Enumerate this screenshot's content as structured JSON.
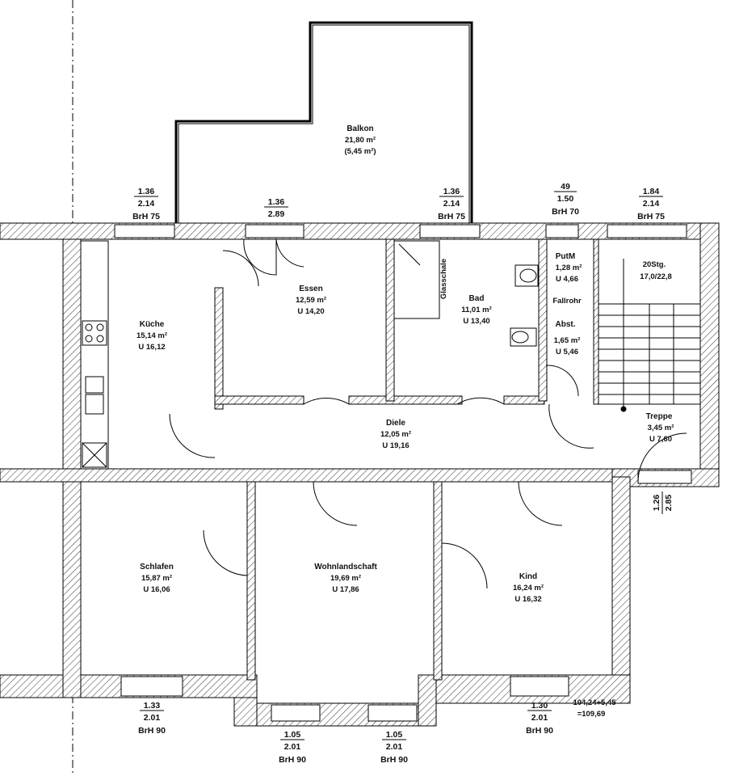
{
  "rooms": {
    "balkon": {
      "name": "Balkon",
      "area": "21,80 m²",
      "note": "(5,45 m²)"
    },
    "essen": {
      "name": "Essen",
      "area": "12,59 m²",
      "perimeter": "U 14,20"
    },
    "kueche": {
      "name": "Küche",
      "area": "15,14 m²",
      "perimeter": "U 16,12"
    },
    "bad": {
      "name": "Bad",
      "area": "11,01 m²",
      "perimeter": "U 13,40"
    },
    "putzm": {
      "name": "PutM",
      "area": "1,28 m²",
      "perimeter": "U 4,66"
    },
    "abst": {
      "name": "Abst.",
      "area": "1,65 m²",
      "perimeter": "U 5,46"
    },
    "diele": {
      "name": "Diele",
      "area": "12,05 m²",
      "perimeter": "U 19,16"
    },
    "treppe": {
      "name": "Treppe",
      "area": "3,45 m²",
      "perimeter": "U 7,60"
    },
    "schlafen": {
      "name": "Schlafen",
      "area": "15,87 m²",
      "perimeter": "U 16,06"
    },
    "wohnen": {
      "name": "Wohnlandschaft",
      "area": "19,69 m²",
      "perimeter": "U 17,86"
    },
    "kind": {
      "name": "Kind",
      "area": "16,24 m²",
      "perimeter": "U 16,32"
    }
  },
  "labels": {
    "glasschale": "Glasschale",
    "fallrohr": "Fallrohr",
    "stairs_steps": "20Stg.",
    "stairs_ratio": "17,0/22,8",
    "total_line1": "104,24+5,45",
    "total_line2": "=109,69"
  },
  "openings": {
    "top_1": {
      "w": "1.36",
      "h": "2.14",
      "brh": "BrH 75"
    },
    "top_2": {
      "w": "1.36",
      "h": "2.89"
    },
    "top_3": {
      "w": "1.36",
      "h": "2.14",
      "brh": "BrH 75"
    },
    "top_4": {
      "w": "49",
      "h": "1.50",
      "brh": "BrH 70"
    },
    "top_5": {
      "w": "1.84",
      "h": "2.14",
      "brh": "BrH 75"
    },
    "entry": {
      "w": "1.26",
      "h": "2.85"
    },
    "bottom_1": {
      "w": "1.33",
      "h": "2.01",
      "brh": "BrH 90"
    },
    "bottom_2": {
      "w": "1.05",
      "h": "2.01",
      "brh": "BrH 90"
    },
    "bottom_3": {
      "w": "1.05",
      "h": "2.01",
      "brh": "BrH 90"
    },
    "bottom_4": {
      "w": "1.30",
      "h": "2.01",
      "brh": "BrH 90"
    }
  }
}
